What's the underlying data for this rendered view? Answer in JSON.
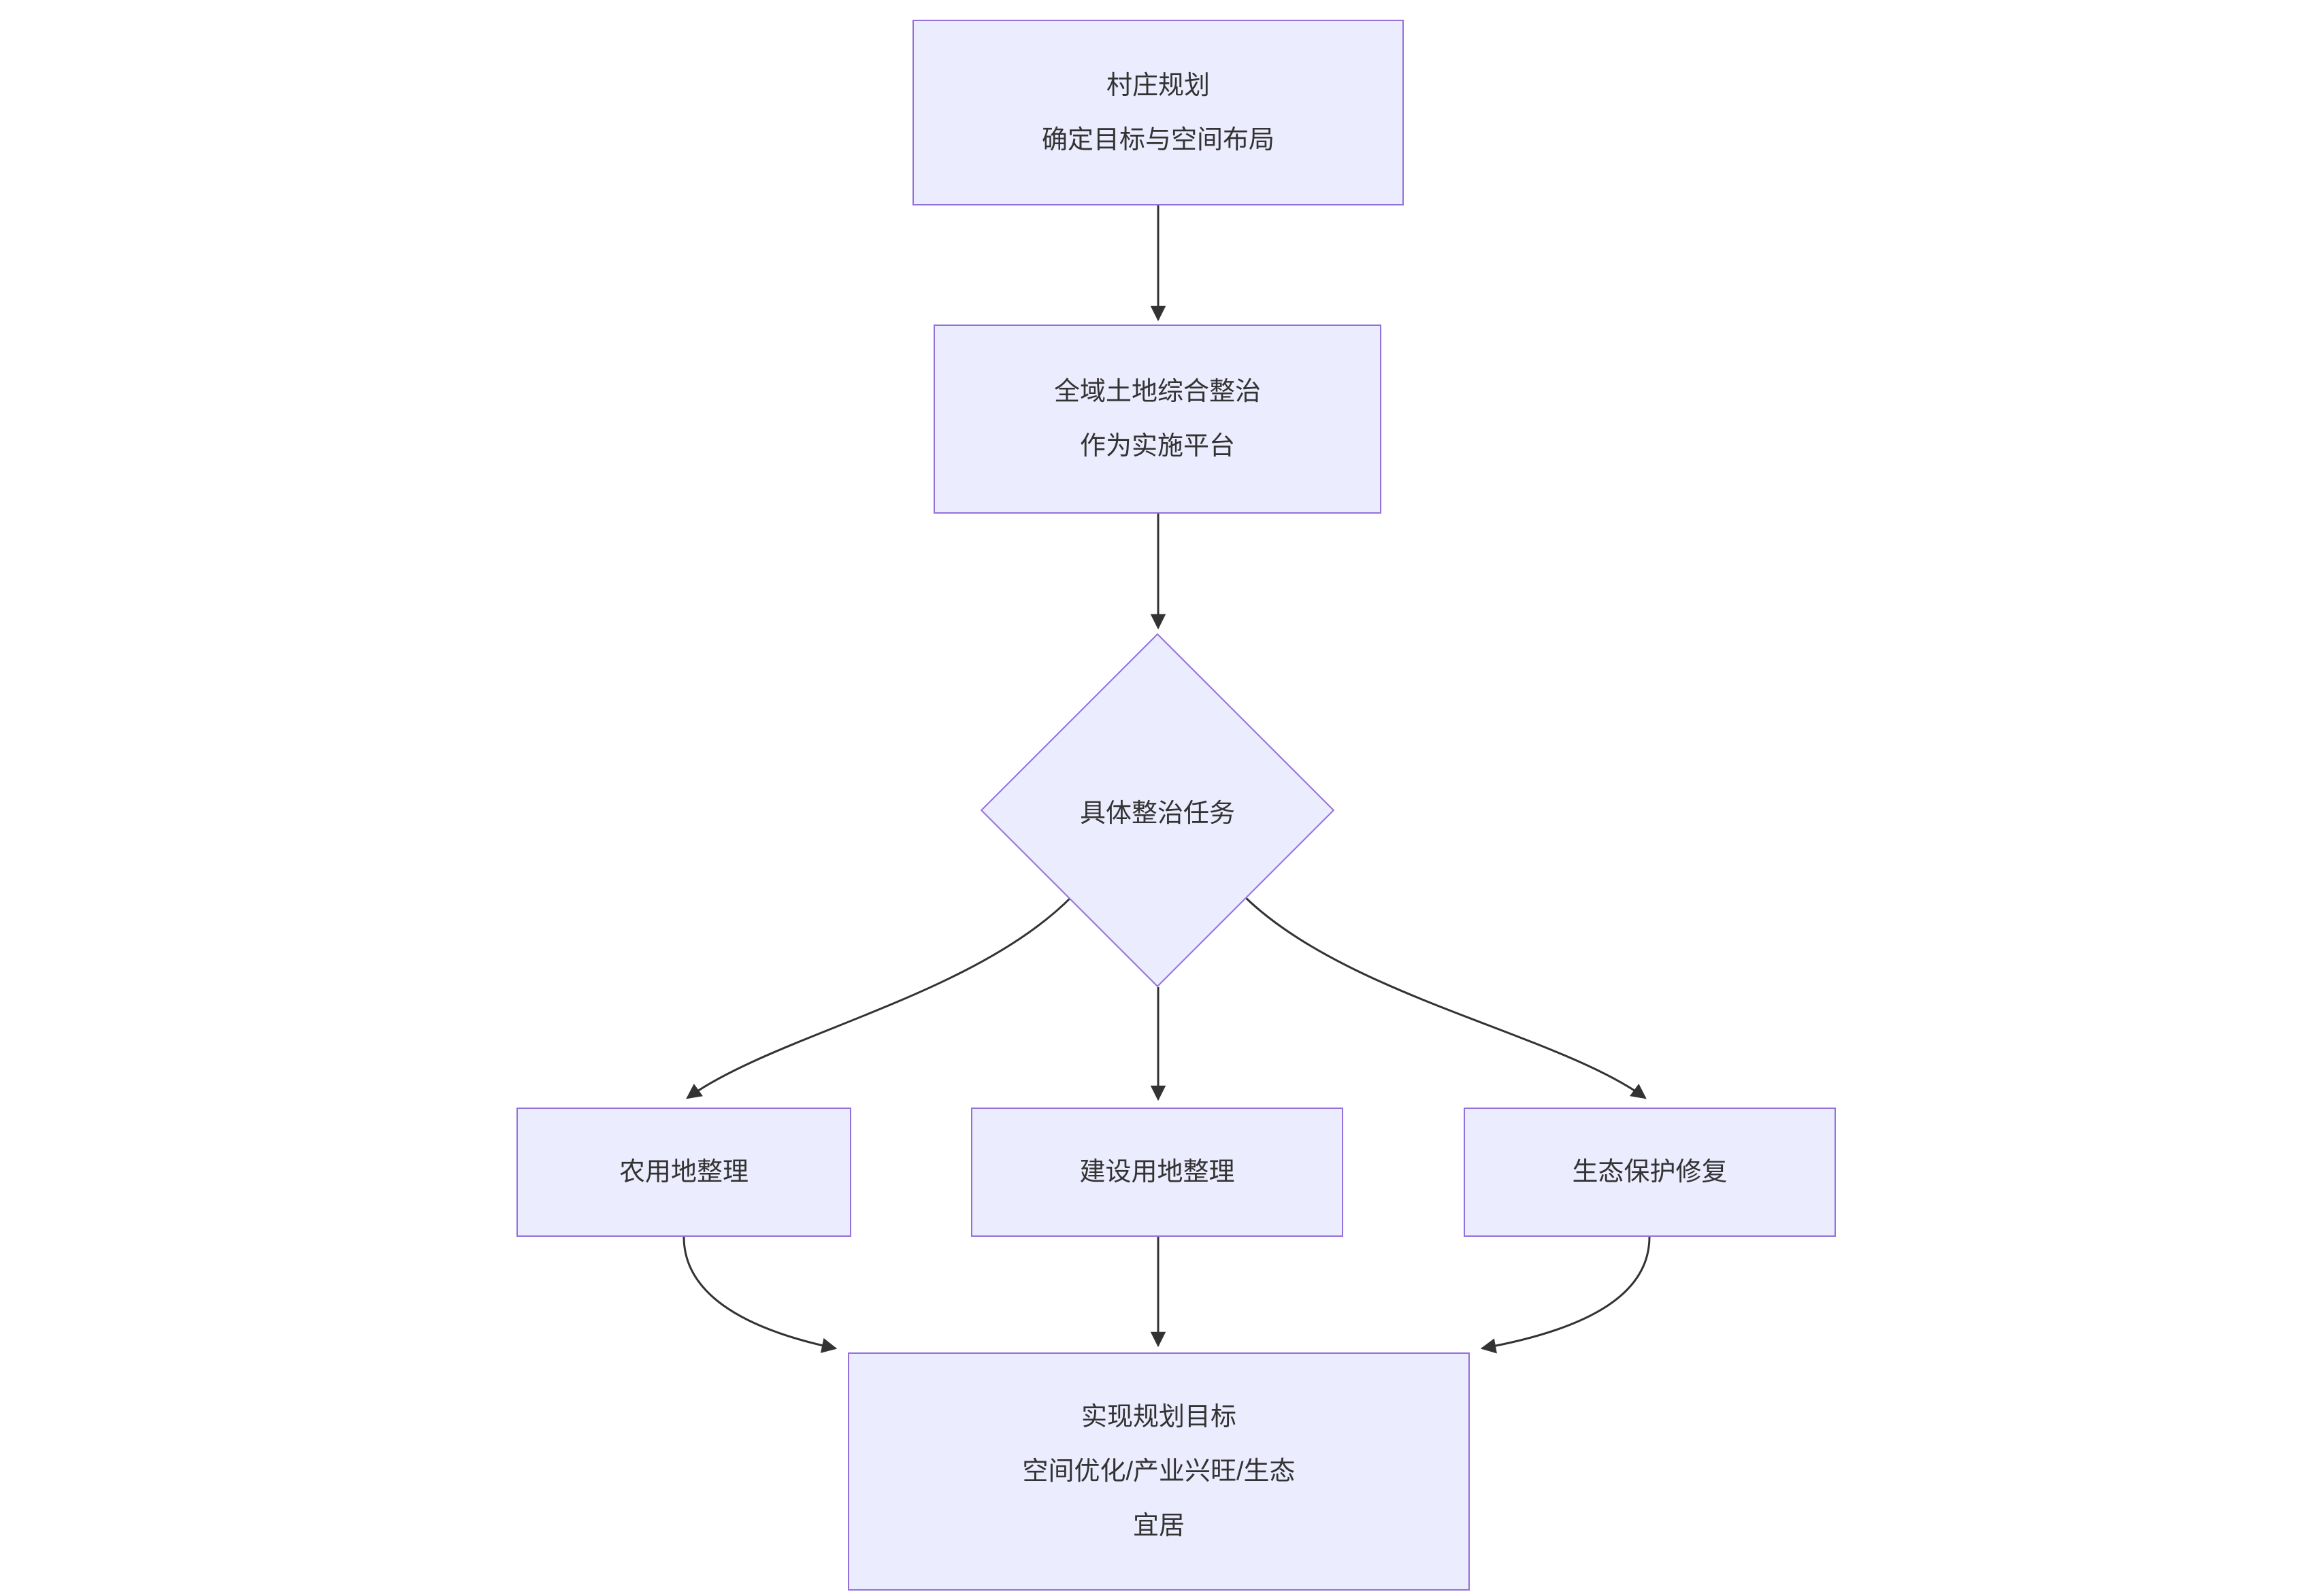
{
  "diagram": {
    "type": "flowchart",
    "colors": {
      "background": "#FFFFFF",
      "node_fill": "#ECECFF",
      "node_border": "#9370DB",
      "edge": "#333333",
      "text": "#333333"
    },
    "nodes": {
      "village_planning": {
        "lines": [
          "村庄规划",
          "确定目标与空间布局"
        ]
      },
      "land_consolidation": {
        "lines": [
          "全域土地综合整治",
          "作为实施平台"
        ]
      },
      "task_decision": {
        "label": "具体整治任务"
      },
      "agricultural_land": {
        "label": "农用地整理"
      },
      "construction_land": {
        "label": "建设用地整理"
      },
      "ecological_restoration": {
        "label": "生态保护修复"
      },
      "goal": {
        "lines": [
          "实现规划目标",
          "空间优化/产业兴旺/生态宜居"
        ]
      }
    }
  }
}
